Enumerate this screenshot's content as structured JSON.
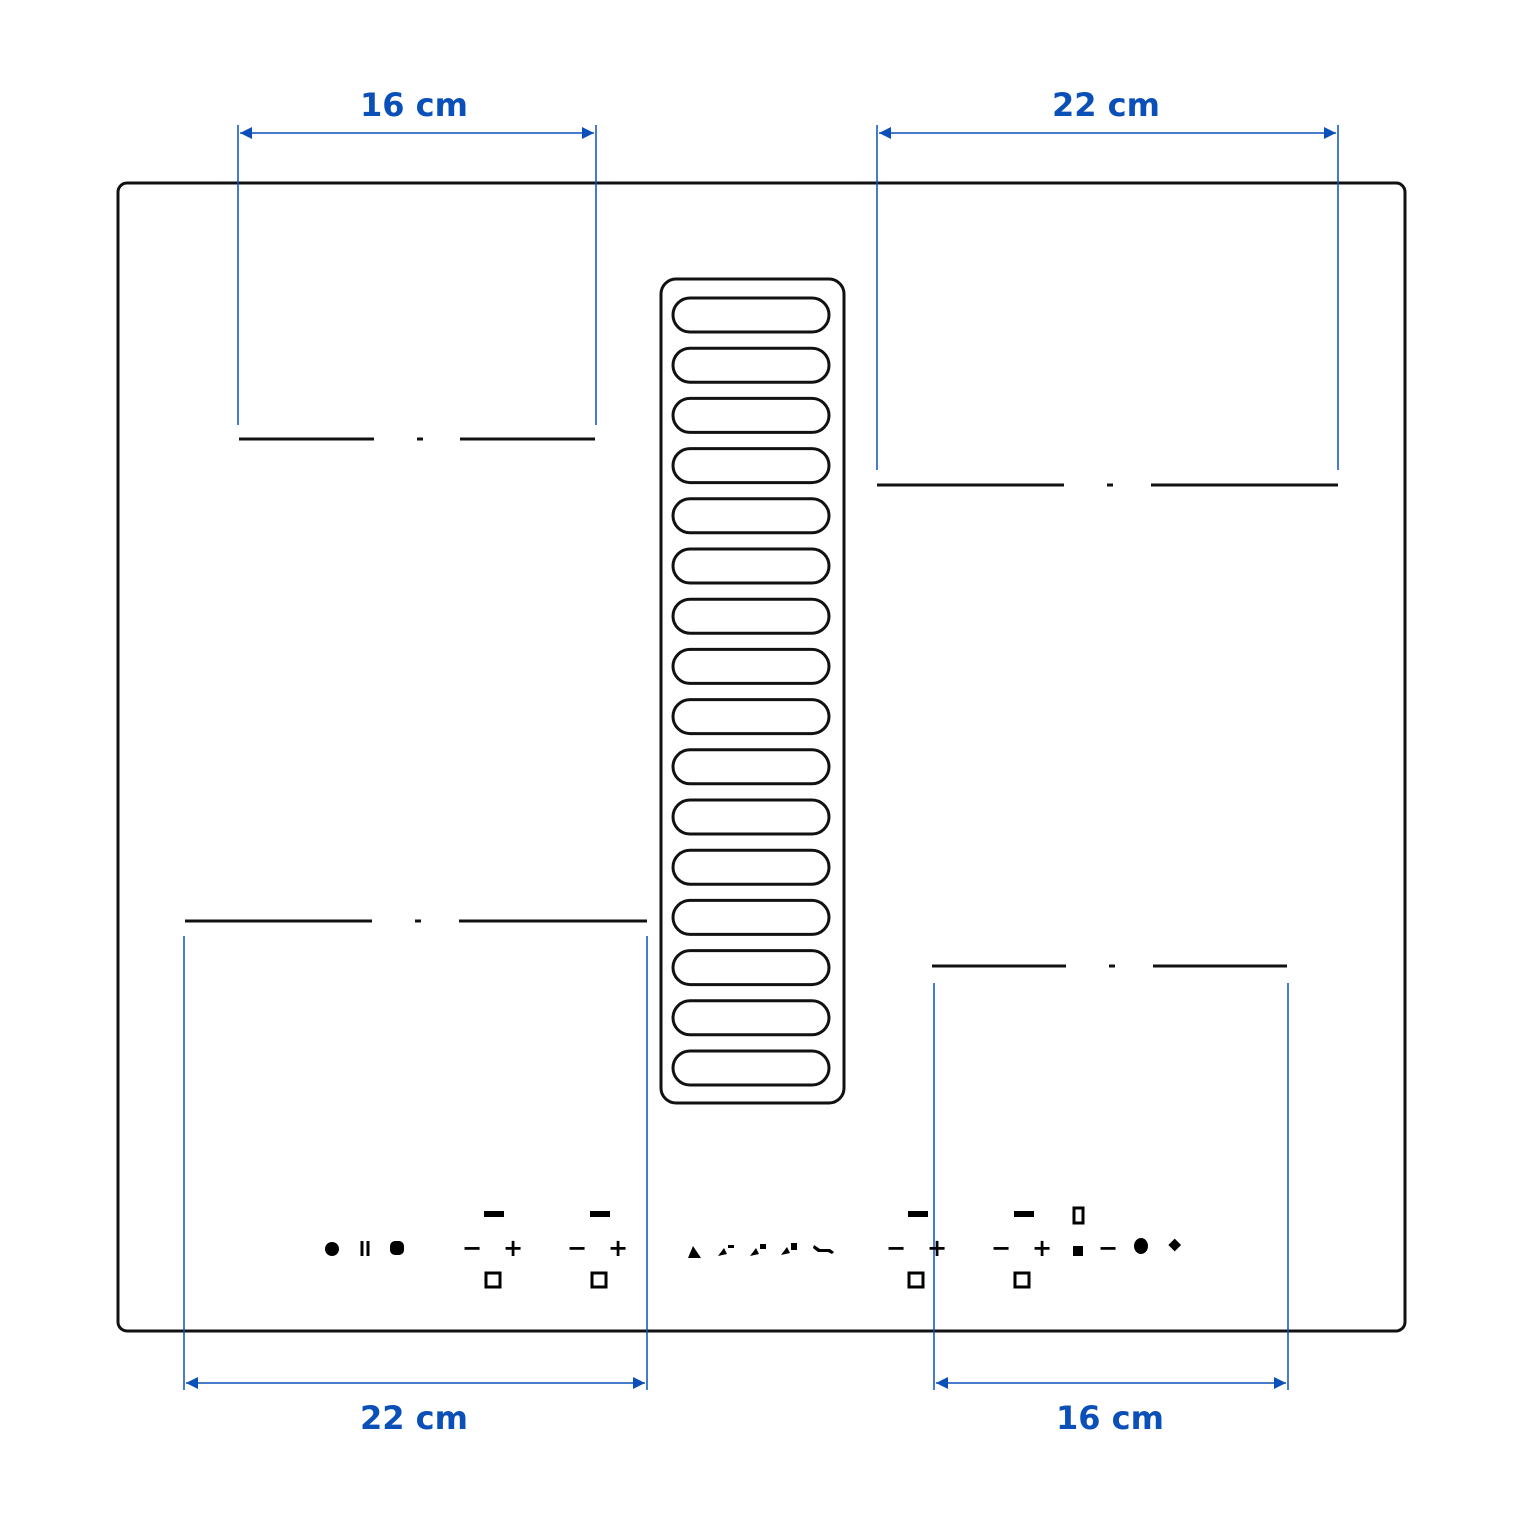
{
  "dimensions": {
    "top_left": "16 cm",
    "top_right": "22 cm",
    "bottom_left": "22 cm",
    "bottom_right": "16 cm"
  },
  "controls": {
    "minus": "−",
    "plus": "+"
  },
  "colors": {
    "dimension": "#0a50b8",
    "outline": "#111111"
  }
}
